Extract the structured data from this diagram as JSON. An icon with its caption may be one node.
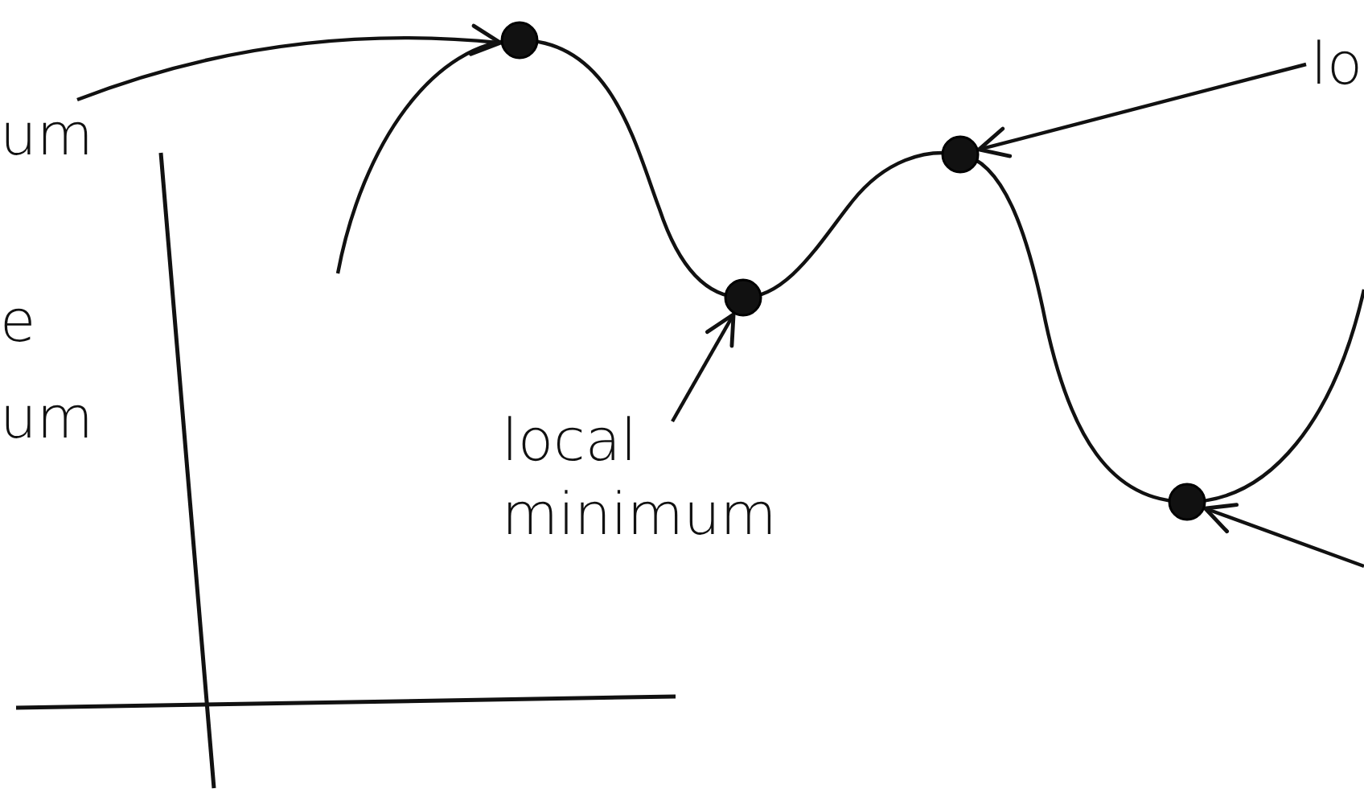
{
  "diagram": {
    "nodes": [
      {
        "text": [
          "um"
        ]
      },
      {
        "text": [],
        "shape": "circle"
      },
      {
        "text": [],
        "shape": "circle"
      },
      {
        "text": [],
        "shape": "circle"
      },
      {
        "text": [
          "lo"
        ]
      },
      {
        "text": [
          "local minimum"
        ]
      },
      {
        "text": [],
        "shape": "circle"
      }
    ],
    "edges": [
      {
        "from": 0,
        "to": 1,
        "arrow": "to"
      },
      {
        "from": 5,
        "to": 2,
        "arrow": "to"
      },
      {
        "from": 4,
        "to": 3,
        "arrow": "to"
      },
      {
        "from": null,
        "to": 6,
        "arrow": "to"
      }
    ],
    "labels": [
      "e",
      "um"
    ]
  }
}
